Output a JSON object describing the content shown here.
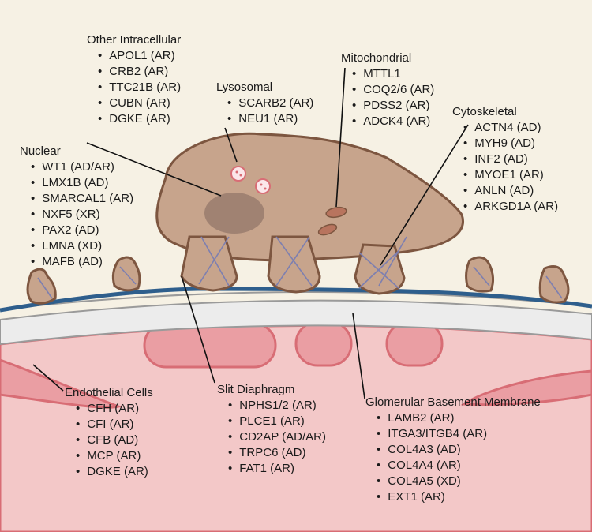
{
  "groups": {
    "other_intracellular": {
      "title": "Other Intracellular",
      "items": [
        "APOL1 (AR)",
        "CRB2 (AR)",
        "TTC21B (AR)",
        "CUBN (AR)",
        "DGKE (AR)"
      ]
    },
    "lysosomal": {
      "title": "Lysosomal",
      "items": [
        "SCARB2 (AR)",
        "NEU1 (AR)"
      ]
    },
    "mitochondrial": {
      "title": "Mitochondrial",
      "items": [
        "MTTL1",
        "COQ2/6 (AR)",
        "PDSS2 (AR)",
        "ADCK4 (AR)"
      ]
    },
    "cytoskeletal": {
      "title": "Cytoskeletal",
      "items": [
        "ACTN4 (AD)",
        "MYH9 (AD)",
        "INF2 (AD)",
        "MYOE1 (AR)",
        "ANLN (AD)",
        "ARKGD1A (AR)"
      ]
    },
    "nuclear": {
      "title": "Nuclear",
      "items": [
        "WT1 (AD/AR)",
        "LMX1B (AD)",
        "SMARCAL1 (AR)",
        "NXF5 (XR)",
        "PAX2 (AD)",
        "LMNA (XD)",
        "MAFB (AD)"
      ]
    },
    "endothelial": {
      "title": "Endothelial Cells",
      "items": [
        "CFH (AR)",
        "CFI (AR)",
        "CFB (AD)",
        "MCP (AR)",
        "DGKE (AR)"
      ]
    },
    "slit": {
      "title": "Slit Diaphragm",
      "items": [
        "NPHS1/2 (AR)",
        "PLCE1 (AR)",
        "CD2AP (AD/AR)",
        "TRPC6 (AD)",
        "FAT1 (AR)"
      ]
    },
    "gbm": {
      "title": "Glomerular Basement Membrane",
      "items": [
        "LAMB2 (AR)",
        "ITGA3/ITGB4 (AR)",
        "COL4A3 (AD)",
        "COL4A4 (AR)",
        "COL4A5 (XD)",
        "EXT1 (AR)"
      ]
    }
  }
}
